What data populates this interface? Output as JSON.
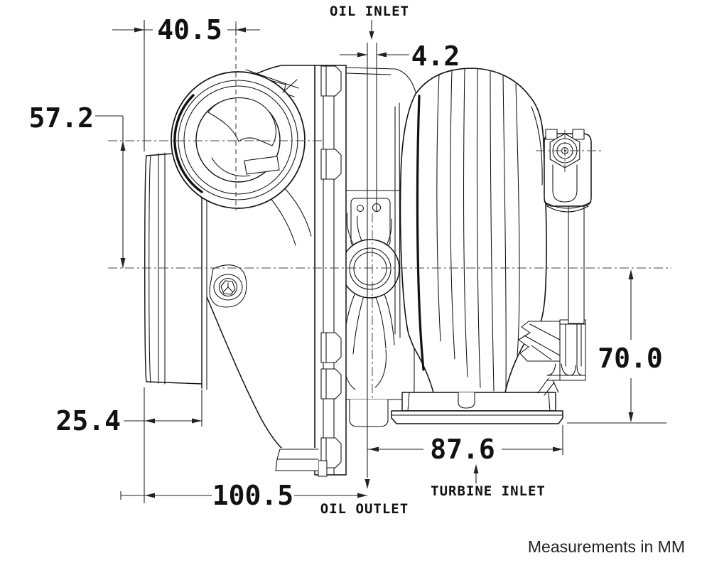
{
  "dimensions": {
    "compressor_depth": "40.5",
    "oil_inlet_offset": "4.2",
    "compressor_center_height": "57.2",
    "turbine_flange_height": "70.0",
    "outlet_flange_depth": "25.4",
    "overall_length": "100.5",
    "turbine_flange_length": "87.6"
  },
  "port_labels": {
    "oil_inlet": "OIL INLET",
    "oil_outlet": "OIL OUTLET",
    "turbine_inlet": "TURBINE INLET"
  },
  "footer": {
    "note": "Measurements in MM"
  },
  "colors": {
    "line": "#111111",
    "dimension": "#222222",
    "background": "#ffffff"
  }
}
